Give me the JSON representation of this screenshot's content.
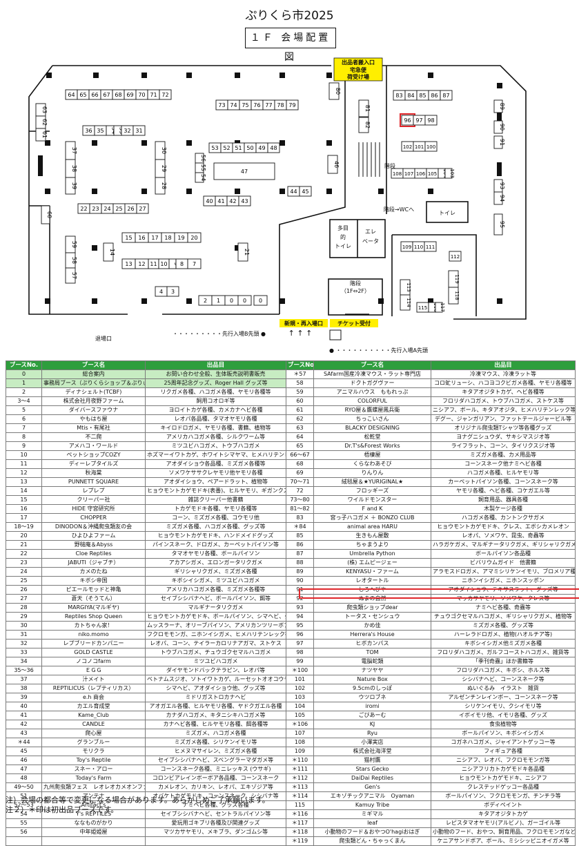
{
  "page": {
    "title": "ぷりくら市2025",
    "subtitle": "１Ｆ 会場配置図"
  },
  "map": {
    "labels": {
      "load_in": "出品者搬入口",
      "delivery": "宅急便",
      "delivery2": "荷受け場",
      "stairs": "階段",
      "stairs_wc": "階段→WCへ",
      "toilet": "トイレ",
      "multi_toilet_1": "多目",
      "multi_toilet_2": "的",
      "multi_toilet_3": "トイレ",
      "elevator_1": "エレ",
      "elevator_2": "ベータ",
      "stairs2": "階段",
      "stairs2b": "（1F⇔2F）",
      "exit": "退場口",
      "entrance": "新規・再入場口",
      "ticket": "チケット受付",
      "line_b": "・・・・・・・・・先行入場B先頭 ●",
      "line_a": "● ・・・・・・・・・・先行入場A先頭",
      "arrows_in": "↑ ↑ ↑"
    },
    "booths": [
      "64",
      "65",
      "66",
      "67",
      "68",
      "69",
      "70",
      "71",
      "72",
      "80",
      "73",
      "74",
      "75",
      "76",
      "77",
      "78",
      "79",
      "63",
      "62",
      "61",
      "60",
      "36",
      "35",
      "34",
      "33",
      "32",
      "31",
      "37",
      "38",
      "39",
      "30",
      "29",
      "28",
      "53",
      "52",
      "51",
      "50",
      "49",
      "48",
      "56",
      "55",
      "54",
      "47",
      "46",
      "44",
      "45",
      "40",
      "41",
      "42",
      "43",
      "22",
      "23",
      "24",
      "25",
      "26",
      "27",
      "15",
      "16",
      "17",
      "18",
      "19",
      "20",
      "14",
      "13",
      "12",
      "11",
      "10",
      "9",
      "8",
      "7",
      "21",
      "59",
      "58",
      "57",
      "4",
      "3",
      "2",
      "1",
      "0",
      "0",
      "82",
      "81",
      "83",
      "84",
      "85",
      "86",
      "87",
      "96",
      "97",
      "98",
      "102",
      "101",
      "100",
      "108",
      "107",
      "106",
      "105",
      "104",
      "103",
      "89",
      "90",
      "91",
      "93",
      "94",
      "95",
      "109",
      "110",
      "111",
      "112",
      "113",
      "114",
      "119",
      "118",
      "115",
      "116",
      "117"
    ],
    "highlight_booth": "96"
  },
  "table": {
    "headers": [
      "ブースNo.",
      "ブース名",
      "出品目",
      "ブースNo.",
      "ブース名",
      "出品目"
    ],
    "rows": [
      [
        "0",
        "総合案内",
        "お問い合わせ全般、生体販売説明書販売",
        "＊57",
        "SAfarm国産冷凍マウス・ラット専門店",
        "冷凍マウス、冷凍ラット等"
      ],
      [
        "1",
        "事務局ブース（ぷりくらショップ＆ぷりぃ堂）",
        "25周年記念グッズ、Roger Hall グッズ等",
        "58",
        "ドクトガグヴァー",
        "コロ虻リューシ、ハコヨコクビガメ各種、ヤモリ各種等"
      ],
      [
        "2",
        "ディナシェルト(TCBF)",
        "リクガメ各種、ハコガメ各種、ヤモリ各種等",
        "59",
        "アニマルハウス　ももれっぷ",
        "キタアオジタトカゲ、ヘビ各種等"
      ],
      [
        "3～4",
        "株式会社月夜野ファーム",
        "飼用コオロギ等",
        "60",
        "COLORFUL",
        "フロリダハコガメ、トウブハコガメ、ストケス等"
      ],
      [
        "5",
        "ダイバースファウナ",
        "ヨロイトカゲ各種、カメカナヘビ各種",
        "61",
        "RYO屋＆鷹蝶屋鳳兵衛",
        "ニシアフ、ボール、キタアオジタ、ヒメハリテンレック等"
      ],
      [
        "6",
        "やもはち屋",
        "レオパ各品種、タマオヤモリ各種",
        "62",
        "ちっこいさん",
        "デグー、ジャンガリアン、ファットテールジャービル等"
      ],
      [
        "7",
        "Mtis・有尾社",
        "キイロドロガメ、ヤモリ各種、書籍、植物等",
        "63",
        "BLACKY DESIGNING",
        "オリジナル爬虫類Tシャツ等各種グッズ"
      ],
      [
        "8",
        "不二爬",
        "アメリカハコガメ各種、シルクワーム等",
        "64",
        "松乾堂",
        "ヨナグニシュウダ、サキシマスジオ等"
      ],
      [
        "9",
        "アメハコ・ワールド",
        "ミツユビハコガメ、トウブハコガメ",
        "65",
        "Dr.T's&Forest Works",
        "ライフラット、コーン、タイリクスジオ等"
      ],
      [
        "10",
        "ペットショップCOZY",
        "ホズマーイワトカゲ、ホワイトシマヤマ、ヒメハリテンレック等",
        "66～67",
        "梧棲屋",
        "ミズガメ各種、カメ用品等"
      ],
      [
        "11",
        "ディーレプタイルズ",
        "アオダイショウ各品種、ミズガメ各種等",
        "68",
        "くらなわあそび",
        "コーンスネーク他ナミヘビ各種"
      ],
      [
        "12",
        "秋海棠",
        "ソメワケササクレヤモリ他ヤモリ各種",
        "69",
        "りんりん",
        "ハコガメ各種、ヒルヤモリ等"
      ],
      [
        "13",
        "PUNNETT SQUARE",
        "アオダイショウ、ペアードラット、植物等",
        "70～71",
        "絨毯屋＆★YURIGINAL★",
        "カーペットパイソン各種、コーンスネーク等"
      ],
      [
        "14",
        "レプレプ",
        "ヒョウモントカゲモドキ(表番)、ヒルヤモリ、ギガンクスヤモリ等",
        "72",
        "フロッギーズ",
        "ヤモリ各種、ヘビ各種、コケガエル等"
      ],
      [
        "15",
        "クリーパー社",
        "雑誌クリーパー他書籍",
        "73～80",
        "ワイルドモンスター",
        "飼育用品、器具各種"
      ],
      [
        "16",
        "HIDE 守宮研究所",
        "トカゲモドキ各種、ヤモリ各種等",
        "81～82",
        "F and K",
        "木製ケージ各種"
      ],
      [
        "17",
        "CHOPPER",
        "コーン、ミズガメ各種、コウモリ他",
        "83",
        "宮っ子ハコガメ ＋ BONZO CLUB",
        "ハコガメ各種、カントンクサガメ"
      ],
      [
        "18～19",
        "DINODON＆沖縄爬虫類友の会",
        "ミズガメ各種、ハコガメ各種、グッズ等",
        "＊84",
        "animal area HARU",
        "ヒョウモントカゲモドキ、クレス、エボシカメレオン"
      ],
      [
        "20",
        "ひよひよファーム",
        "ヒョウモントカゲモドキ、ハンドメイドグッズ",
        "85",
        "生きもん屋敷",
        "レオパ、ソメワケ、昆虫、奇蟲等"
      ],
      [
        "21",
        "野槌庵＆Abyss",
        "パインスネーク、ドロガメ、カーペットパイソン等",
        "86",
        "ちゃまうより",
        "ハラガケガメ、マルギナータリクガメ、ギリシャリクガメ"
      ],
      [
        "22",
        "Cloe Reptiles",
        "タマオヤモリ各種、ボールパイソン",
        "87",
        "Umbrella Python",
        "ボールパイソン各品種"
      ],
      [
        "23",
        "JABUTI（ジャブチ）",
        "アカアシガメ、エロンガータリクガメ",
        "88",
        "(株) エムピージェー",
        "ビバリウムガイド　他書籍"
      ],
      [
        "24",
        "カメのたね",
        "ギリシャリクガメ、ミズガメ各種",
        "89",
        "KENYASU・ファーム",
        "アラモスドロガメ、アマミシリケンイモリ、ブロメリア種等"
      ],
      [
        "25",
        "キボシ帝国",
        "キボシイシガメ、ミツユビハコガメ",
        "90",
        "レオタートル",
        "ニホンイシガメ、ニホンスッポン"
      ],
      [
        "26",
        "ピエールモッドと神亀",
        "アメリカハコガメ各種、ミズガメ各種等",
        "91",
        "しろへびや",
        "アオダイショウ、テキサスラット、グッズ等"
      ],
      [
        "27",
        "蒼天（そうてん）",
        "セイブシシバナヘビ、ボールパイソン、餌等",
        "92",
        "ぬまの自然",
        "マッカサヤモリ、ソメワケ、クレス等"
      ],
      [
        "28",
        "MARGIYA(マルギヤ)",
        "マルギナータリクガメ",
        "93",
        "爬虫類ショップdear",
        "ナミヘビ各種、奇蟲等"
      ],
      [
        "29",
        "Reptiles Shop Queen",
        "ヒョウモントカゲモドキ、ボールパイソン、シマヘビ、グッズ等",
        "94",
        "トータス・センシュウ",
        "チュウゴクセマルハコガメ、ギリシャリクガメ、植物等"
      ],
      [
        "30",
        "カトちゃん家！",
        "ムッスラーナ、オリーブパイソン、アメリカンツリーボア等",
        "95",
        "かめ佳",
        "ミズガメ各種、グッズ等"
      ],
      [
        "31",
        "niko.momo",
        "フクロモモンガ、ニホンイシガメ、ヒメハリテンレック等",
        "96",
        "Herrera's House",
        "ハーレラドロガメ、植物(ハオルチア等)"
      ],
      [
        "32",
        "レプブリードカンパニー",
        "レオパ、コーン、テイラーカロリナアガマ、ストケス",
        "97",
        "ヒボカンパス",
        "キボシイシガメ他ミズガメ各種"
      ],
      [
        "33",
        "GOLD CASTLE",
        "トウブハコガメ、チュウゴクセマルハコガメ",
        "98",
        "TOM",
        "フロリダハコガメ、ガルフコーストハコガメ、雑貨等"
      ],
      [
        "34",
        "ノコノコfarm",
        "ミツユビハコガメ",
        "99",
        "電脳蛇類",
        "「季刊奇蟲」ほか書籍等"
      ],
      [
        "35～36",
        "ＥＧＧ",
        "ダイヤモンドバックテラピン、レオパ等",
        "＊100",
        "ナツヤヤ",
        "フロリダハコガメ、キボシ、ホルス等"
      ],
      [
        "37",
        "汁メイト",
        "ベトナムスジオ、ソトイワトカゲ、ルーセットオオコウモリ等",
        "101",
        "Nature Box",
        "シシバナヘビ、コーンスネーク等"
      ],
      [
        "38",
        "REPTILICUS（レプティリカス）",
        "シマヘビ、アオダイショウ他、グッズ等",
        "102",
        "9.5cmのしっぽ",
        "ぬいぐるみ　イラスト　雑貨"
      ],
      [
        "39",
        "e.h 商会",
        "ミドリガストロカナヘビ",
        "103",
        "ウツロブネ",
        "アルゼンチンレインボー、コーンスネーク等"
      ],
      [
        "40",
        "カエル育成堂",
        "アオガエル各種、ヒルヤモリ各種、ヤドクガエル各種",
        "104",
        "iromi",
        "シリケンイモリ、クシイモリ等"
      ],
      [
        "41",
        "Kame_Club",
        "カナダハコガメ、キタニシキハコガメ等",
        "105",
        "ごびあーむ",
        "イボイモリ他、イモリ各種、グッズ"
      ],
      [
        "42",
        "CANDLE",
        "カナヘビ各種、ヒルヤモリ各種、餌各種等",
        "＊106",
        "KJ",
        "食虫植物等"
      ],
      [
        "43",
        "爬心屋",
        "ミズガメ、ハコガメ各種",
        "107",
        "Ryu",
        "ボールパイソン、キボシイシガメ"
      ],
      [
        "＊44",
        "グランブルー",
        "ミズガメ各種、シリケンイモリ等",
        "108",
        "小澤実店",
        "コガネハコガメ、ジャイアントゲッコー等"
      ],
      [
        "45",
        "モリクラ",
        "ヒメヌマサイレン、ミズガメ各種",
        "109",
        "株式会社海洋堂",
        "フィギュア各種"
      ],
      [
        "46",
        "Toy's Reptile",
        "セイブシシバナヘビ、スベングラーマダガメ等",
        "＊110",
        "猫村鷹",
        "ニシアフ、レオパ、フクロモモンガ等"
      ],
      [
        "47",
        "スネー・アロー",
        "コーンスネーク各種、ミニレッキス (ウサギ)",
        "＊111",
        "Stars Gecko",
        "ニシアフリカトカゲモドキ各品種"
      ],
      [
        "48",
        "Today's Farm",
        "コロンビアレインボーボア各品種、コーンスネーク",
        "＊112",
        "DaiDai Reptiles",
        "ヒョウモントカゲモドキ、ニシアフ"
      ],
      [
        "49～50",
        "九州爬虫類フェス　レオレオカメオンファーム",
        "カメレオン、カリキン、レオパ、エキゾジア等",
        "＊113",
        "Gen's",
        "クレステッドゲッコー各品種"
      ],
      [
        "51",
        "アンテナ",
        "オバケトカゲモドキ、コーンスネーク、シシバナ等",
        "＊114",
        "エキゾチックアニマル　Oyaman",
        "ボールパイソン、フクロモモンガ、チンチラ等"
      ],
      [
        "52～53",
        "Artifact's",
        "ナミヘビ各種、グッズ各種",
        "115",
        "Kamuy Tribe",
        "ボディペイント"
      ],
      [
        "54",
        "Y's REPTILES",
        "セイブシシバナヘビ、セントラルパイソン等",
        "＊116",
        "ミギマル",
        "キタアオジタトカゲ"
      ],
      [
        "55",
        "ななものがかり",
        "愛玩用ゴキブリ各種及び関連グッズ",
        "＊117",
        "leaf",
        "レピスタマオヤモリ(アルビノ)、ガーゴイル等"
      ],
      [
        "56",
        "中年姫姫屋",
        "マツカサヤモリ、メキブラ、ダンゴムシ等",
        "＊118",
        "小動物のフード＆おやつO'hagiおはぎ",
        "小動物のフード、おやつ、飼育用品、フクロモモンガなどのアクセサリー、雑貨"
      ],
      [
        "",
        "",
        "",
        "＊119",
        "爬虫類どん・ちゃっくまん",
        "ケニアサンドボア、ボール、ミシシッピニオイガメ等"
      ]
    ]
  },
  "notes": {
    "line1": "注）会場の都合等で変更になる場合があります。あらかじめご了承願います。",
    "line2": "注２）＊印は初出品ブースです。"
  },
  "colors": {
    "header_green": "#2e9e3d",
    "row_light_green": "#c7ecc2",
    "highlight_red": "#e0262a"
  }
}
